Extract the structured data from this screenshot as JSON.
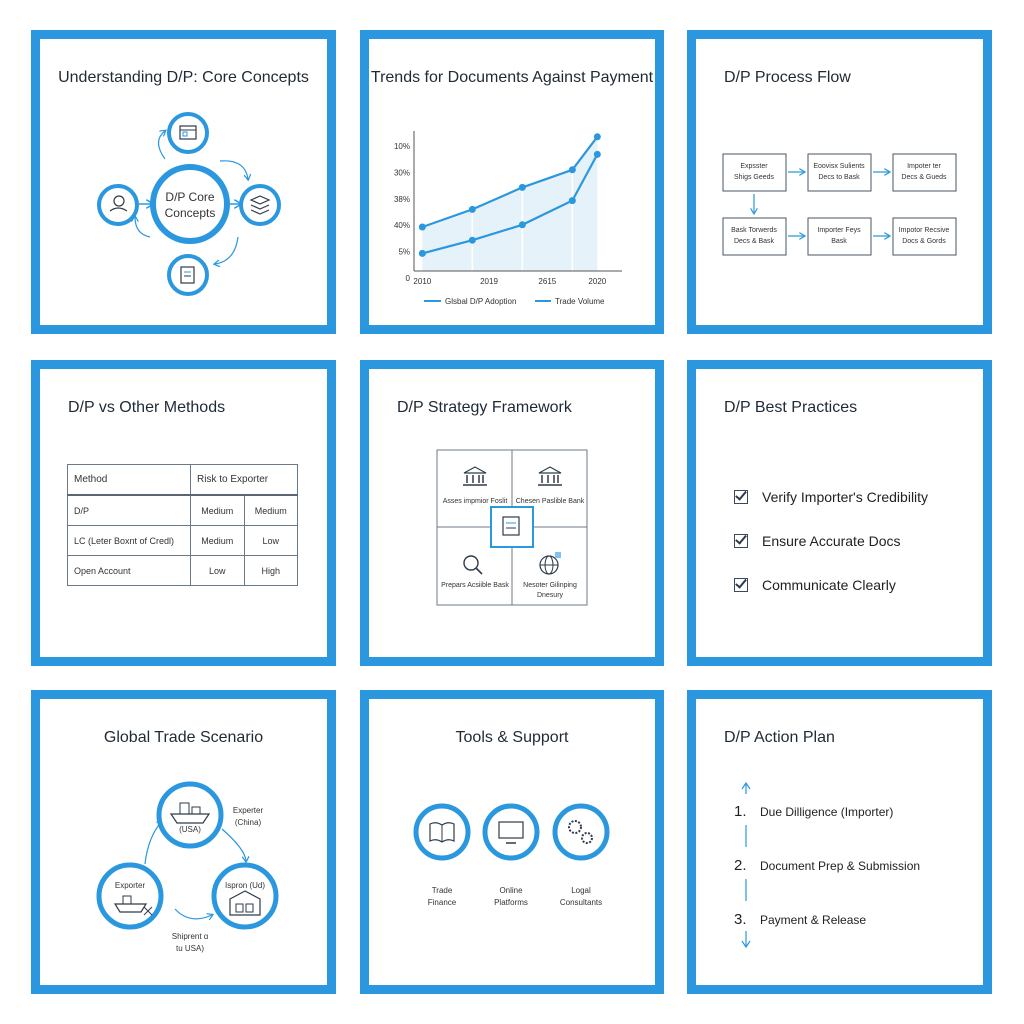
{
  "cards": {
    "core": {
      "title": "Understanding D/P: Core Concepts",
      "center_line1": "D/P Core",
      "center_line2": "Concepts",
      "icons": [
        "document-icon",
        "stack-icon",
        "contract-icon",
        "handshake-icon"
      ]
    },
    "trends": {
      "title": "Trends for Documents Against Payment",
      "legend1": "Glsbal D/P Adoption",
      "legend2": "Trade Volume"
    },
    "process": {
      "title": "D/P Process Flow",
      "steps": [
        {
          "l1": "Expsster",
          "l2": "Shigs Geeds"
        },
        {
          "l1": "Eoovisx Sulients",
          "l2": "Decs to Bask"
        },
        {
          "l1": "Impoter ter",
          "l2": "Decs & Gueds"
        },
        {
          "l1": "Bask Torwerds",
          "l2": "Decs & Bask"
        },
        {
          "l1": "Importer Feys",
          "l2": "Bask"
        },
        {
          "l1": "Impotor Recsive",
          "l2": "Docs & Gords"
        }
      ]
    },
    "methods": {
      "title": "D/P vs Other Methods",
      "header": [
        "Method",
        "Risk to Exporter"
      ],
      "rows": [
        [
          "D/P",
          "Medium",
          "Medium"
        ],
        [
          "LC (Leter Boxnt of Credl)",
          "Medium",
          "Low"
        ],
        [
          "Open Account",
          "Low",
          "High"
        ]
      ]
    },
    "strategy": {
      "title": "D/P Strategy Framework",
      "q1": "Asses impmior Foslit",
      "q2": "Chesen Paslible Bank",
      "q3": "Prepars Acsiible Bask",
      "q4_l1": "Nesoter Gilinping",
      "q4_l2": "Dnesury"
    },
    "best": {
      "title": "D/P Best Practices",
      "items": [
        "Verify Importer's Credibility",
        "Ensure Accurate Docs",
        "Communicate Clearly"
      ]
    },
    "scenario": {
      "title": "Global Trade Scenario",
      "top_label_l1": "Experter",
      "top_label_l2": "(China)",
      "top_inner": "(USA)",
      "left_label": "Exporter",
      "right_label": "Ispron (Ud)",
      "bottom_l1": "Shiprent ɑ",
      "bottom_l2": "tu USA)"
    },
    "tools": {
      "title": "Tools & Support",
      "items": [
        {
          "l1": "Trade",
          "l2": "Finance"
        },
        {
          "l1": "Online",
          "l2": "Platforms"
        },
        {
          "l1": "Logal",
          "l2": "Consultants"
        }
      ]
    },
    "plan": {
      "title": "D/P Action Plan",
      "items": [
        {
          "num": "1.",
          "text": "Due Dilligence (Importer)"
        },
        {
          "num": "2.",
          "text": "Document Prep & Submission"
        },
        {
          "num": "3.",
          "text": "Payment & Release"
        }
      ]
    }
  },
  "chart_data": {
    "type": "line",
    "x": [
      2010,
      2013,
      2016,
      2019,
      2020.5
    ],
    "xticks": [
      "2010",
      "2019",
      "2615",
      "2020"
    ],
    "yticks": [
      "10%",
      "30%",
      "38%",
      "40%",
      "5%",
      "0"
    ],
    "series": [
      {
        "name": "Glsbal D/P Adoption",
        "values": [
          2.0,
          2.8,
          3.8,
          4.6,
          6.1
        ]
      },
      {
        "name": "Trade Volume",
        "values": [
          0.8,
          1.4,
          2.1,
          3.2,
          5.3
        ]
      }
    ],
    "ylim": [
      0,
      6
    ],
    "color": "#2a97de"
  },
  "colors": {
    "accent": "#2a97de",
    "area": "#dcecf8"
  }
}
